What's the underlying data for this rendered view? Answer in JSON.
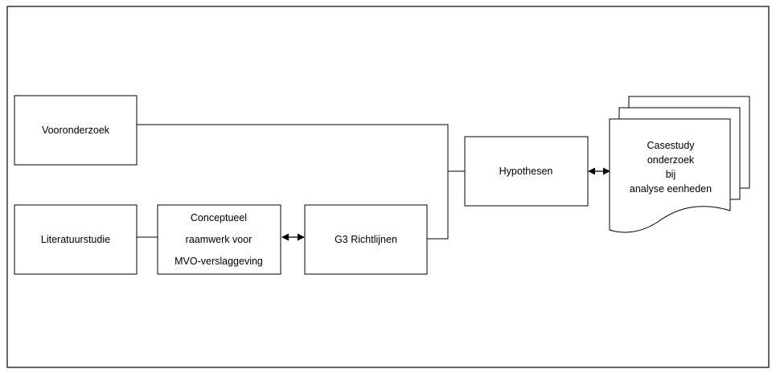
{
  "diagram": {
    "nodes": {
      "vooronderzoek": {
        "label": "Vooronderzoek"
      },
      "literatuurstudie": {
        "label": "Literatuurstudie"
      },
      "conceptueel": {
        "lines": [
          "Conceptueel",
          "raamwerk voor",
          "MVO-verslaggeving"
        ]
      },
      "g3": {
        "label": "G3 Richtlijnen"
      },
      "hypothesen": {
        "label": "Hypothesen"
      },
      "casestudy": {
        "lines": [
          "Casestudy",
          "onderzoek",
          "bij",
          "analyse eenheden"
        ]
      }
    },
    "colors": {
      "stroke": "#000000",
      "fill": "#ffffff",
      "text": "#000000"
    }
  }
}
